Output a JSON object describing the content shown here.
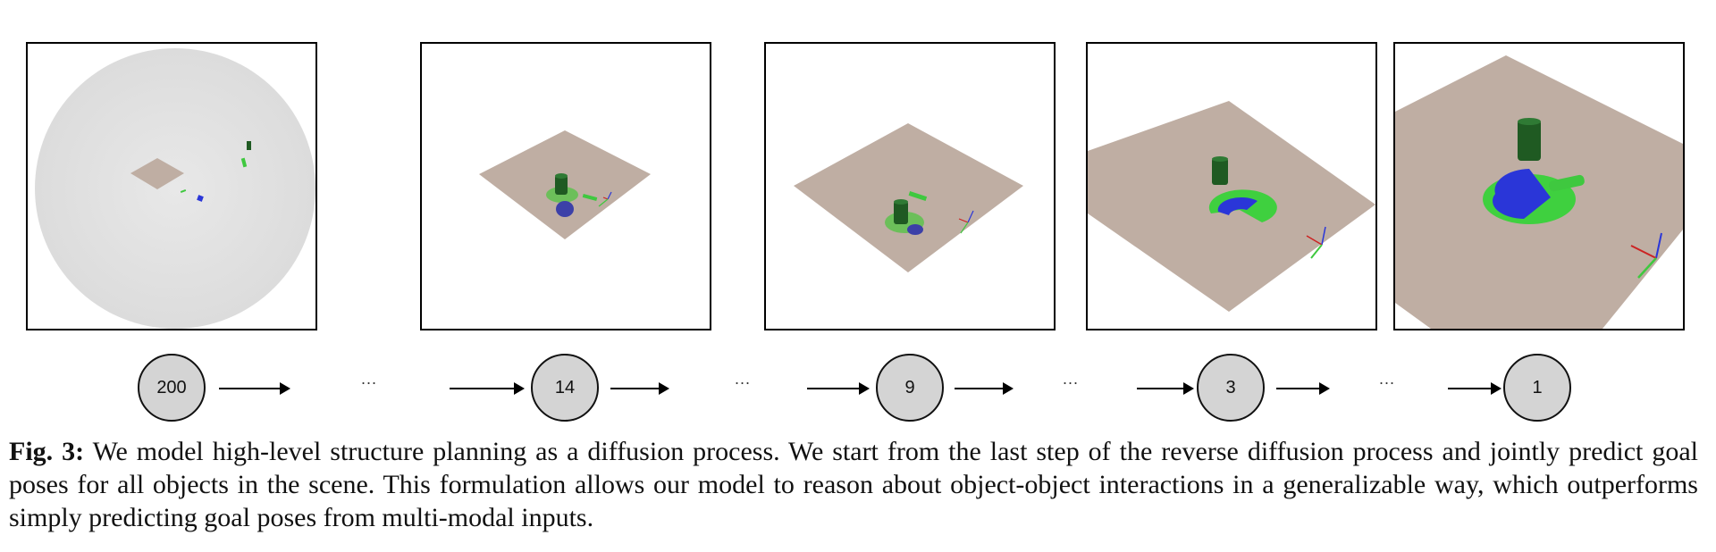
{
  "figure": {
    "panels": [
      {
        "name": "diffusion-step-200-render"
      },
      {
        "name": "diffusion-step-14-render"
      },
      {
        "name": "diffusion-step-9-render"
      },
      {
        "name": "diffusion-step-3-render"
      },
      {
        "name": "diffusion-step-1-render"
      }
    ],
    "steps": [
      "200",
      "14",
      "9",
      "3",
      "1"
    ],
    "ellipsis": "...",
    "colors": {
      "table": "#bfaea3",
      "object_green": "#3fc83f",
      "object_dark_green": "#1f5a22",
      "object_blue": "#2a36d8",
      "sphere": "#e4e4e4",
      "node_fill": "#d4d4d4"
    }
  },
  "caption": {
    "label": "Fig. 3:",
    "text": "We model high-level structure planning as a diffusion process. We start from the last step of the reverse diffusion process and jointly predict goal poses for all objects in the scene. This formulation allows our model to reason about object-object interactions in a generalizable way, which outperforms simply predicting goal poses from multi-modal inputs."
  }
}
